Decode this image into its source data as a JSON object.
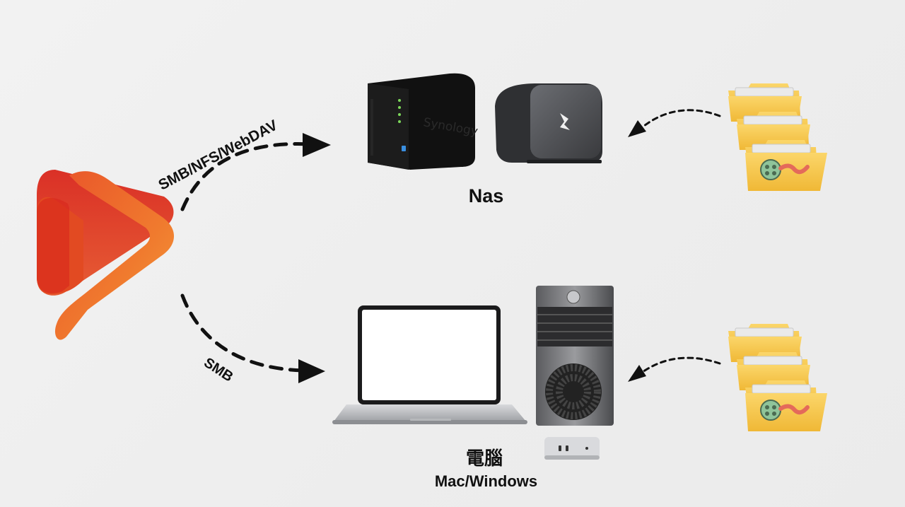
{
  "labels": {
    "nas": "Nas",
    "computer": "電腦",
    "computer_sub": "Mac/Windows"
  },
  "connections": [
    {
      "protocol": "SMB/NFS/WebDAV"
    },
    {
      "protocol": "SMB"
    }
  ],
  "nas_devices": {
    "synology_brand": "Synology"
  },
  "colors": {
    "logo_orange": "#f07a2e",
    "logo_red": "#d9261c",
    "arrow": "#111111",
    "folder": "#f5c842"
  },
  "icons": [
    "play-logo-icon",
    "synology-nas-icon",
    "nas-cube-icon",
    "laptop-icon",
    "tower-pc-icon",
    "mac-mini-icon",
    "folder-stack-icon"
  ]
}
